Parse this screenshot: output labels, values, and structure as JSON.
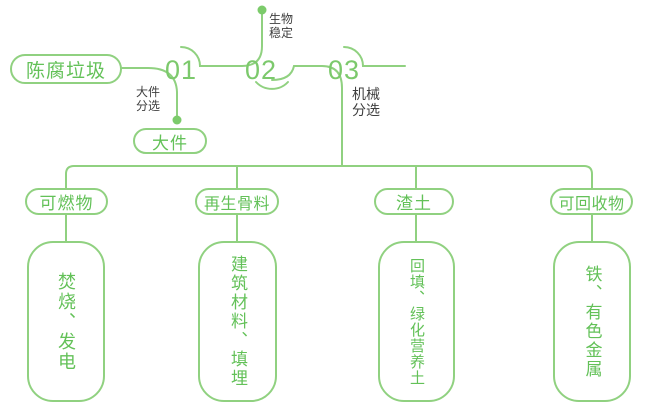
{
  "palette": {
    "line": "#90d180",
    "text": "#63c158",
    "number": "#7cc96c",
    "dot": "#7ccb6b",
    "label": "#3e3e3e",
    "bg": "#ffffff"
  },
  "diagram": {
    "source": "陈腐垃圾",
    "stages": [
      {
        "number": "01",
        "label_line1": "大件",
        "label_line2": "分选",
        "branch": "大件"
      },
      {
        "number": "02",
        "label_line1": "生物",
        "label_line2": "稳定"
      },
      {
        "number": "03",
        "label_line1": "机械",
        "label_line2": "分选"
      }
    ],
    "categories": [
      {
        "name": "可燃物",
        "disposal": "焚烧、发电"
      },
      {
        "name": "再生骨料",
        "disposal": "建筑材料、填埋"
      },
      {
        "name": "渣土",
        "disposal": "回填、绿化营养土"
      },
      {
        "name": "可回收物",
        "disposal": "铁、有色金属"
      }
    ]
  }
}
